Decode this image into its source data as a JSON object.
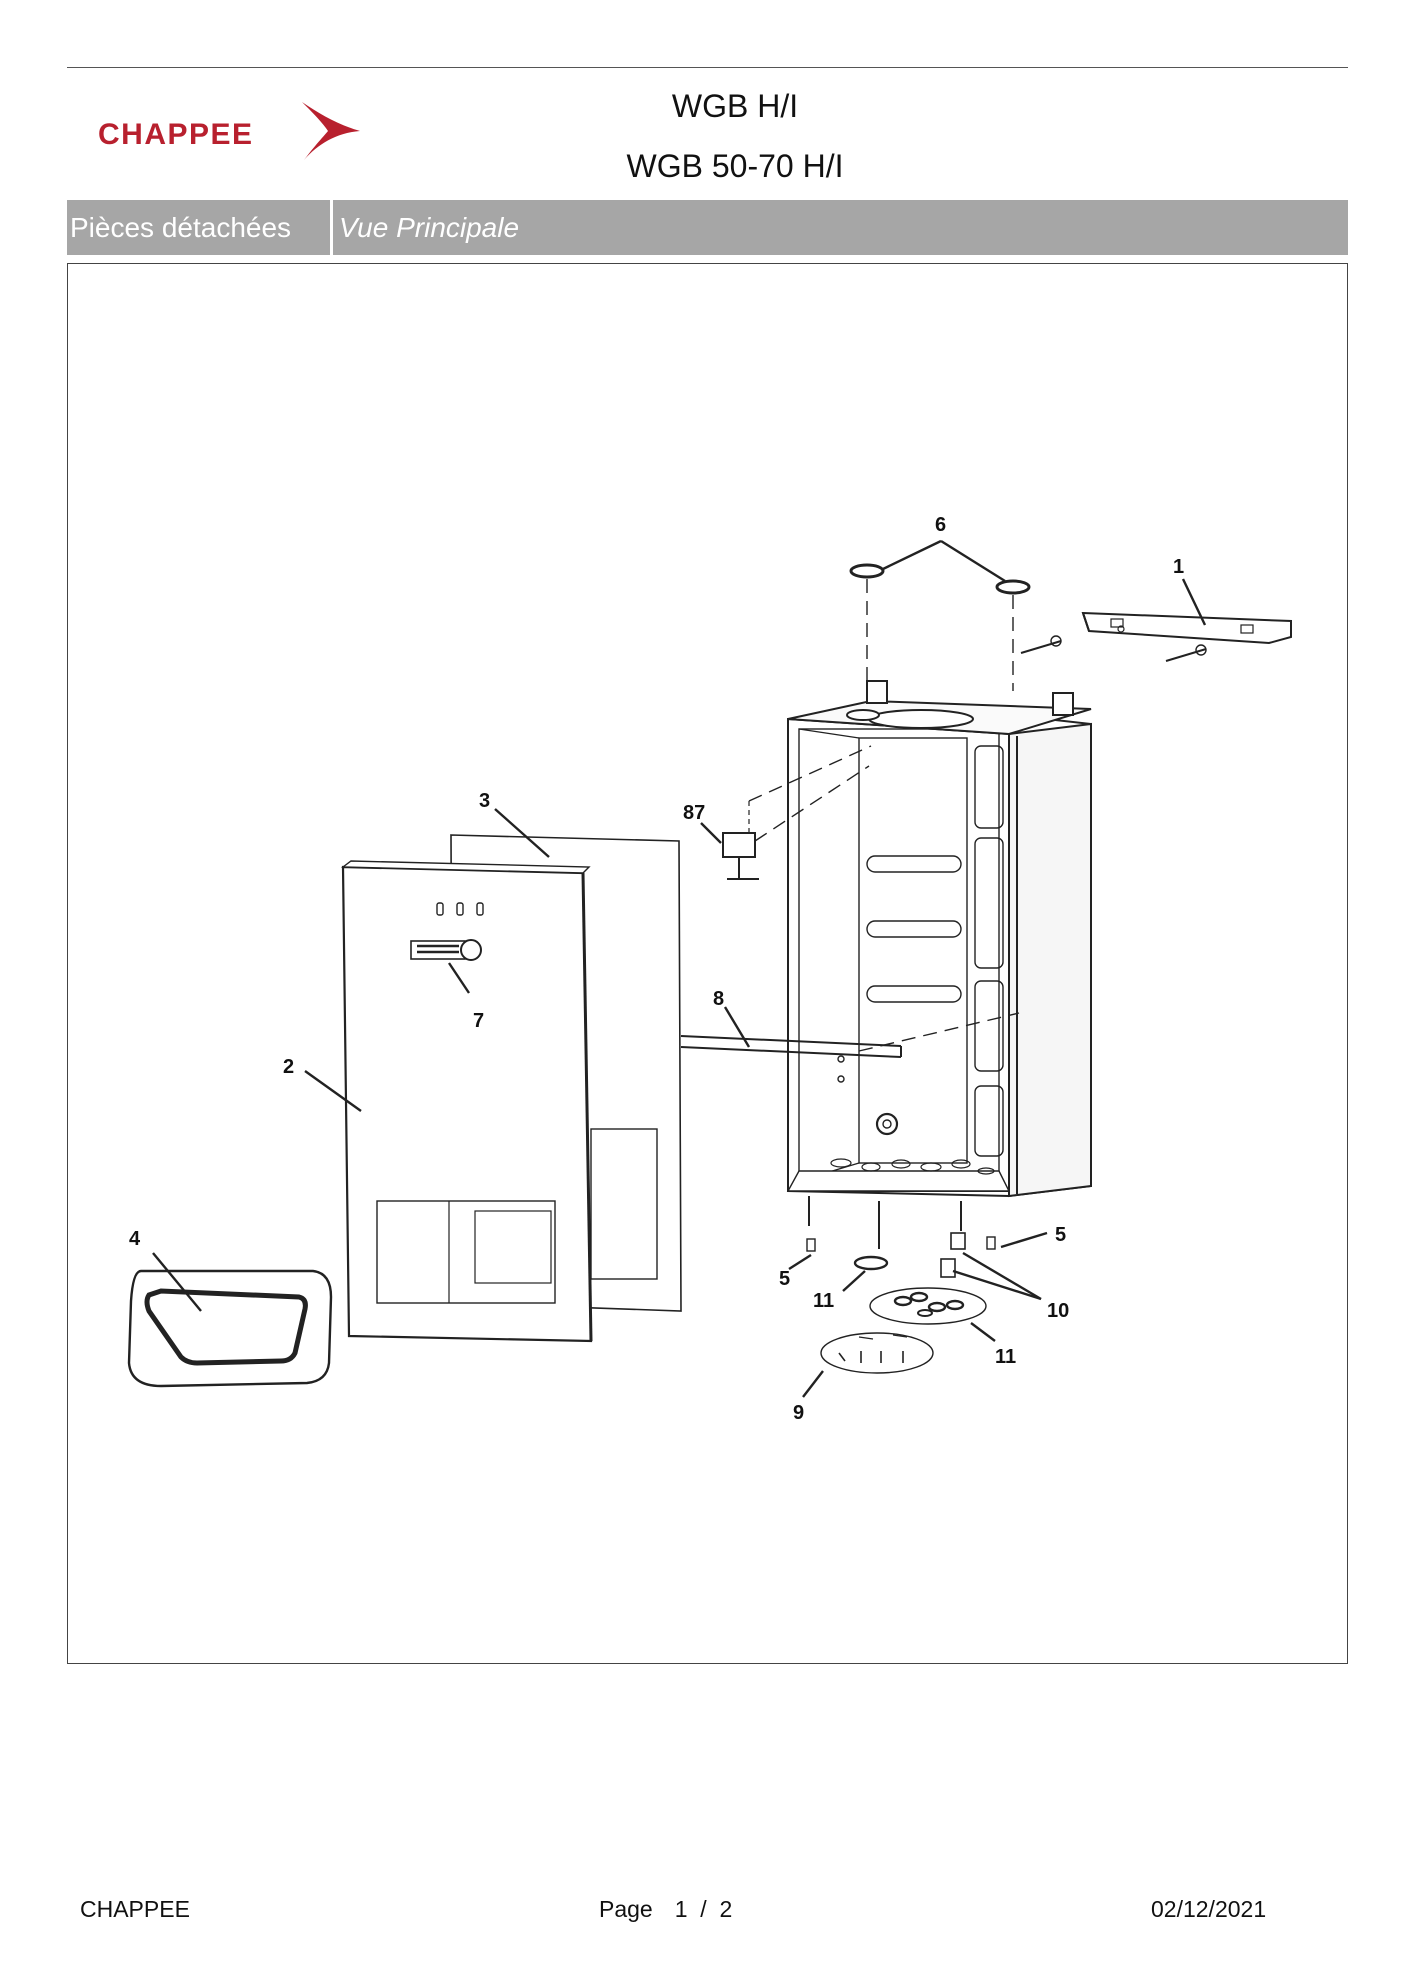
{
  "header": {
    "brand": "CHAPPEE",
    "title": "WGB H/I",
    "subtitle": "WGB 50-70 H/I"
  },
  "section_bar": {
    "label": "Pièces détachées",
    "view": "Vue Principale"
  },
  "diagram": {
    "callouts": {
      "c1": "1",
      "c2": "2",
      "c3": "3",
      "c4": "4",
      "c5a": "5",
      "c5b": "5",
      "c6": "6",
      "c7": "7",
      "c8": "8",
      "c9": "9",
      "c10": "10",
      "c11a": "11",
      "c11b": "11",
      "c87": "87"
    }
  },
  "footer": {
    "company": "CHAPPEE",
    "page_label": "Page",
    "page_number": "1  /  2",
    "date": "02/12/2021"
  },
  "colors": {
    "brand_red": "#b8202e",
    "bar_gray": "#a6a6a6"
  }
}
